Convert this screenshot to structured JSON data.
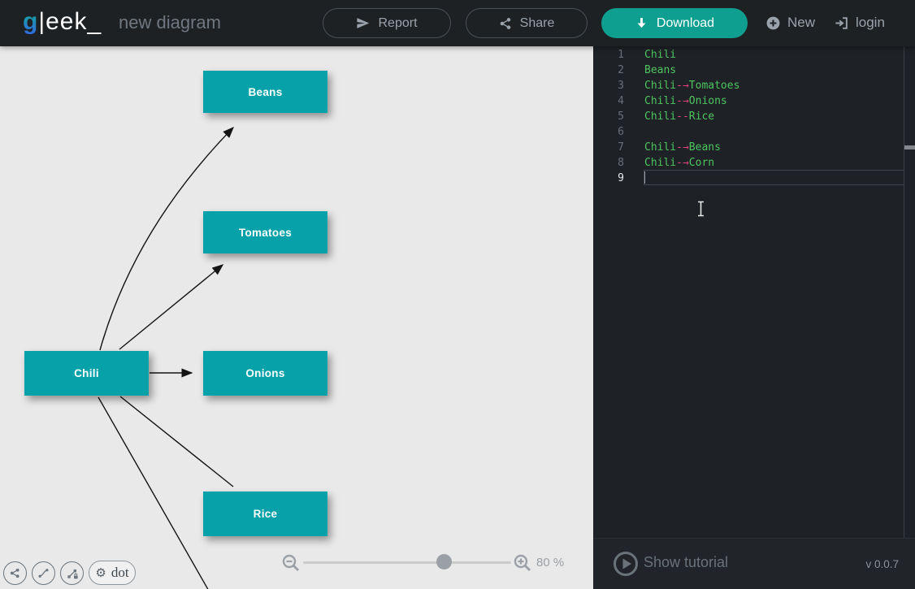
{
  "navbar": {
    "logo_g": "g",
    "logo_cursor": "|",
    "logo_rest": "eek_",
    "title": "new diagram",
    "report_label": "Report",
    "share_label": "Share",
    "download_label": "Download",
    "new_label": "New",
    "login_label": "login"
  },
  "diagram": {
    "nodes": [
      {
        "label": "Beans"
      },
      {
        "label": "Tomatoes"
      },
      {
        "label": "Onions"
      },
      {
        "label": "Chili"
      },
      {
        "label": "Rice"
      }
    ],
    "edges": [
      {
        "from": "Chili",
        "to": "Beans",
        "type": "arrow"
      },
      {
        "from": "Chili",
        "to": "Tomatoes",
        "type": "arrow"
      },
      {
        "from": "Chili",
        "to": "Onions",
        "type": "arrow"
      },
      {
        "from": "Chili",
        "to": "Rice",
        "type": "line"
      },
      {
        "from": "Chili",
        "to": "Corn",
        "type": "arrow"
      }
    ],
    "node_color": "#07a2a9",
    "edge_color": "#141414"
  },
  "canvas_controls": {
    "engine_label": "dot",
    "zoom_level": "80 %"
  },
  "editor": {
    "lines": [
      {
        "num": "1",
        "parts": [
          {
            "t": "Chili"
          }
        ]
      },
      {
        "num": "2",
        "parts": [
          {
            "t": "Beans"
          }
        ]
      },
      {
        "num": "3",
        "parts": [
          {
            "t": "Chili"
          },
          {
            "t": "-→"
          },
          {
            "t": "Tomatoes"
          }
        ]
      },
      {
        "num": "4",
        "parts": [
          {
            "t": "Chili"
          },
          {
            "t": "-→"
          },
          {
            "t": "Onions"
          }
        ]
      },
      {
        "num": "5",
        "parts": [
          {
            "t": "Chili"
          },
          {
            "t": "--"
          },
          {
            "t": "Rice"
          }
        ]
      },
      {
        "num": "6",
        "parts": []
      },
      {
        "num": "7",
        "parts": [
          {
            "t": "Chili"
          },
          {
            "t": "-→"
          },
          {
            "t": "Beans"
          }
        ]
      },
      {
        "num": "8",
        "parts": [
          {
            "t": "Chili"
          },
          {
            "t": "-→"
          },
          {
            "t": "Corn"
          }
        ]
      },
      {
        "num": "9",
        "parts": []
      }
    ],
    "syntax_colors": {
      "entity": "#4ec45f",
      "link": "#e0427e"
    }
  },
  "footer": {
    "tutorial_label": "Show tutorial",
    "version": "v 0.0.7"
  },
  "colors": {
    "navbar_bg": "#1e2124",
    "download_btn": "#0f9f90",
    "canvas_bg": "#e9e9e9",
    "editor_bg": "#1e2226"
  },
  "icons": {
    "report": "paper-plane",
    "share": "share-nodes",
    "download": "arrow-down",
    "new": "plus-circle",
    "login": "sign-in",
    "engine": "gear",
    "zoom_out": "magnifier-minus",
    "zoom_in": "magnifier-plus",
    "tutorial": "play-circle"
  }
}
